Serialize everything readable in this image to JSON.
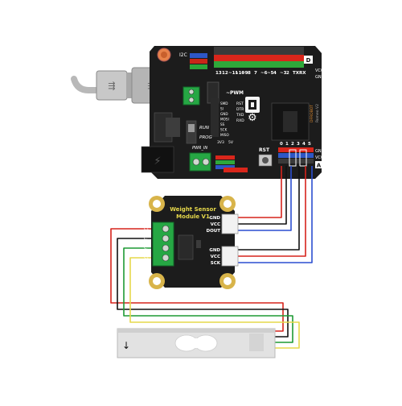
{
  "board": {
    "i2c_label": "I2C",
    "digital_marker": "D",
    "analog_marker": "A",
    "pwm_label": "~PWM",
    "top_pins": [
      "13",
      "12",
      "~11",
      "~10",
      "~9",
      "8",
      "7",
      "~6",
      "~5",
      "4",
      "~3",
      "2",
      "TX",
      "RX"
    ],
    "right_power_labels": [
      "VCC",
      "GND"
    ],
    "analog_pins": [
      "0",
      "1",
      "2",
      "3",
      "4",
      "5"
    ],
    "bottom_right_labels": [
      "GND",
      "VCC"
    ],
    "icsp_pins": [
      "SMD",
      "SI",
      "GND",
      "MOSI",
      "SS",
      "SCK",
      "MISO"
    ],
    "serial_pins": [
      "RST",
      "DTR",
      "TXD",
      "RXD"
    ],
    "run_label": "RUN",
    "prog_label": "PROG",
    "pwr_label": "PWR_IN",
    "rst_label": "RST",
    "logo_text": "DFROBOT",
    "model_text": "Romeo V2",
    "v_labels": [
      "3V3",
      "5V"
    ]
  },
  "module": {
    "title_line1": "Weight Sensor",
    "title_line2": "Module V1",
    "pins_top": [
      "GND",
      "VCC",
      "DOUT"
    ],
    "pins_bottom": [
      "GND",
      "VCC",
      "SCK"
    ],
    "terminal_labels": [
      "E+",
      "E-",
      "S-",
      "S+"
    ]
  },
  "colors": {
    "board": "#1c1c1c",
    "header_red": "#e0261b",
    "header_green": "#2fa83a",
    "header_blue": "#3a62c8",
    "terminal_green": "#26a744",
    "wire_red": "#d6231c",
    "wire_black": "#111111",
    "wire_blue": "#2c4fd0",
    "wire_green": "#1d9a34",
    "wire_yellow": "#e6d84a",
    "module_gold": "#d8b44a"
  }
}
